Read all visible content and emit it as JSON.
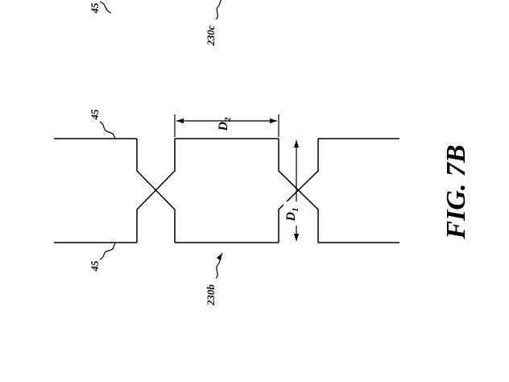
{
  "figure": {
    "caption": "FIG. 7B",
    "labels": {
      "top_ref": "45",
      "upper_ref": "45",
      "lower_ref": "45",
      "element_c": "230c",
      "element_b": "230b",
      "dim_d2_main": "D",
      "dim_d2_sub": "2",
      "dim_d1_main": "D",
      "dim_d1_sub": "1"
    }
  }
}
